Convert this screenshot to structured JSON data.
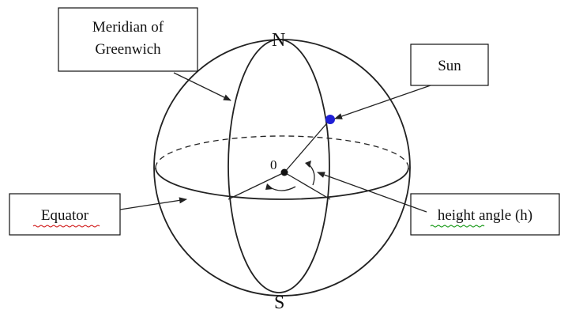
{
  "labels": {
    "north": "N",
    "south": "S",
    "origin": "0",
    "meridian_line1": "Meridian of",
    "meridian_line2": "Greenwich",
    "sun": "Sun",
    "equator": "Equator",
    "height_angle": "height angle (h)"
  },
  "colors": {
    "sun": "#1f1fd6",
    "lines": "#222222",
    "spellcheck_red": "#d11a1a",
    "spellcheck_green": "#1a9a1a"
  }
}
